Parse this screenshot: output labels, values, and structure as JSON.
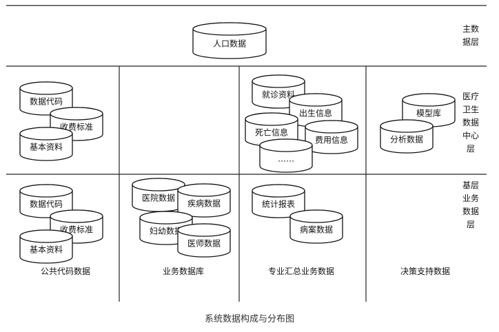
{
  "caption": "系统数据构成与分布图",
  "layers": {
    "main": "主数\n据层",
    "center": "医疗\n卫生\n数据\n中心\n层",
    "base": "基层\n业务\n数据\n层"
  },
  "main_db": "人口数据",
  "center_public": [
    "数据代码",
    "收费标准",
    "基本资料"
  ],
  "center_business": [
    "就诊资料",
    "出生信息",
    "死亡信息",
    "费用信息",
    "……"
  ],
  "center_decision": [
    "模型库",
    "分析数据"
  ],
  "base_public": [
    "数据代码",
    "收费标准",
    "基本资料"
  ],
  "base_business": [
    "医院数据",
    "疾病数据",
    "妇幼数据",
    "医师数据"
  ],
  "base_summary": [
    "统计报表",
    "病案数据"
  ],
  "columns": [
    "公共代码数据",
    "业务数据库",
    "专业汇总业务数据",
    "决策支持数据"
  ]
}
